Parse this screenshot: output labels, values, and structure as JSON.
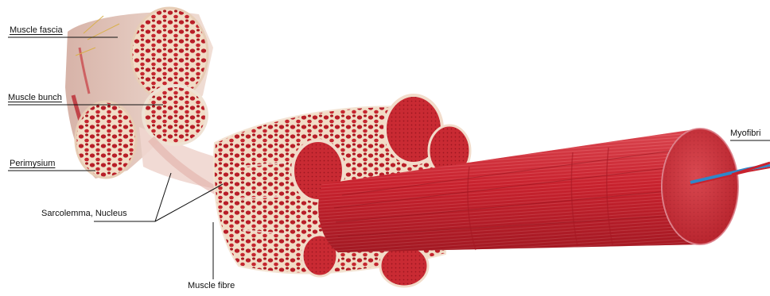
{
  "labels": {
    "muscle_fascia": "Muscle fascia",
    "muscle_bunch": "Muscle bunch",
    "perimysium": "Perimysium",
    "sarcolemma_nucleus": "Sarcolemma, Nucleus",
    "muscle_fibre": "Muscle fibre",
    "myofibril": "Myofibri"
  },
  "colors": {
    "muscle_red": "#c8222e",
    "muscle_dark": "#9c1620",
    "muscle_light": "#e25860",
    "tissue_cream": "#f1dcc6",
    "tissue_pink": "#e8b7a6"
  }
}
